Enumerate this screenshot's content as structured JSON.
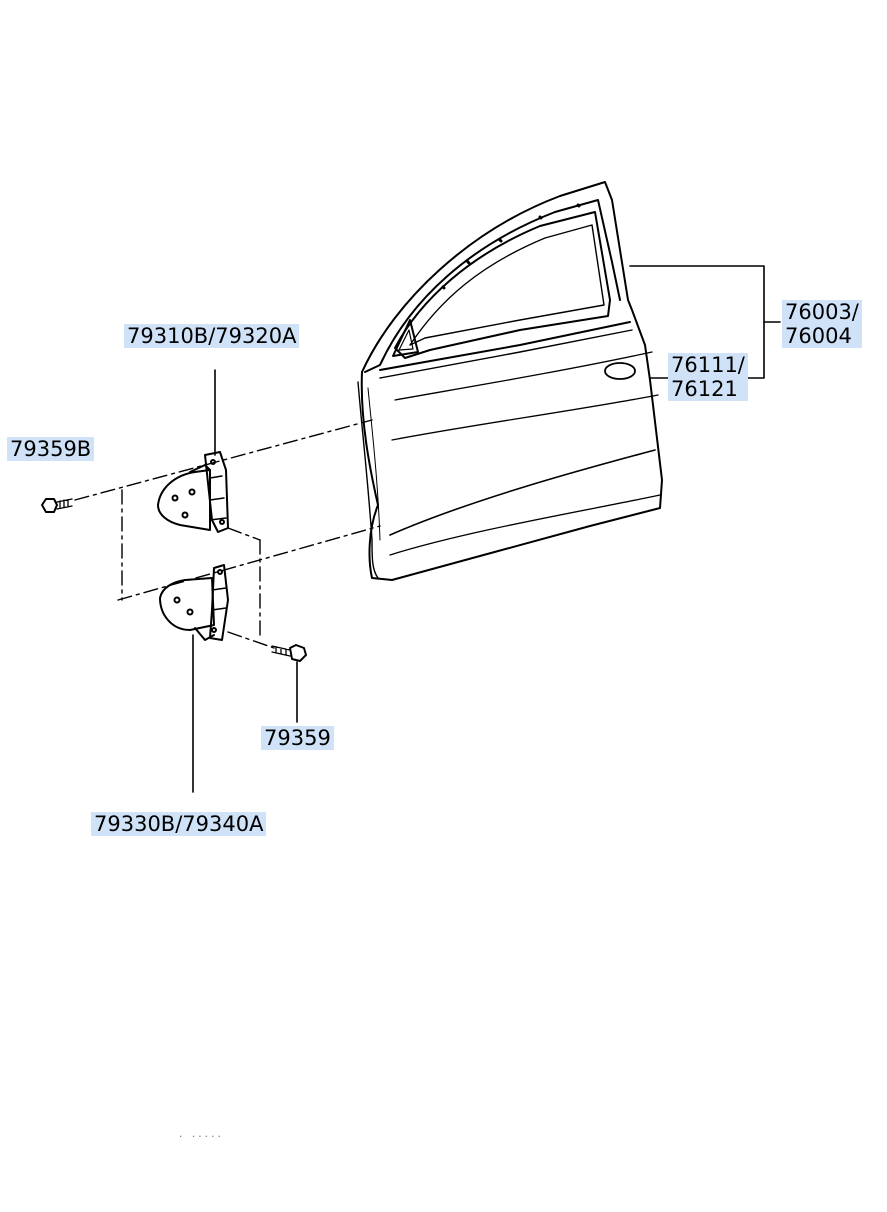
{
  "parts": {
    "door_panel": {
      "line1": "76003/",
      "line2": "76004"
    },
    "door_panel_alt": {
      "line1": "76111/",
      "line2": "76121"
    },
    "upper_hinge": {
      "label": "79310B/79320A"
    },
    "upper_hinge_bolt": {
      "label": "79359B"
    },
    "lower_hinge_bolt": {
      "label": "79359"
    },
    "lower_hinge": {
      "label": "79330B/79340A"
    }
  },
  "footer": {
    "text": ".    ....."
  },
  "colors": {
    "label_bg": "#cfe2f7",
    "line": "#000000"
  }
}
